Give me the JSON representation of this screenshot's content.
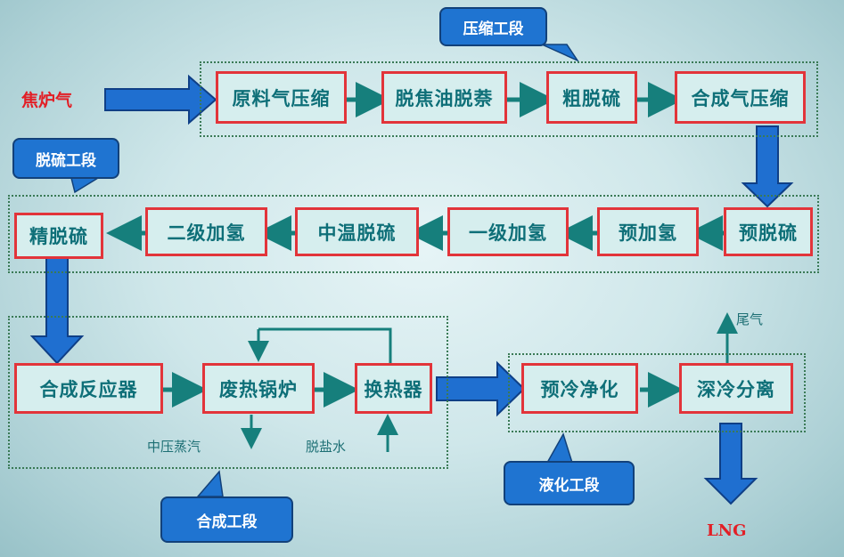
{
  "sections": {
    "compression": "压缩工段",
    "desulfurization": "脱硫工段",
    "synthesis": "合成工段",
    "liquefaction": "液化工段"
  },
  "inputs": {
    "coke_oven_gas": "焦炉气"
  },
  "steps": {
    "raw_gas_compression": "原料气压缩",
    "detar_denaphthalene": "脱焦油脱萘",
    "coarse_desulfurization": "粗脱硫",
    "syngas_compression": "合成气压缩",
    "pre_desulfurization": "预脱硫",
    "pre_hydrogenation": "预加氢",
    "primary_hydrogenation": "一级加氢",
    "medium_temp_desulfurization": "中温脱硫",
    "secondary_hydrogenation": "二级加氢",
    "fine_desulfurization": "精脱硫",
    "synthesis_reactor": "合成反应器",
    "waste_heat_boiler": "废热锅炉",
    "heat_exchanger": "换热器",
    "precooling_purification": "预冷净化",
    "cryogenic_separation": "深冷分离"
  },
  "streams": {
    "medium_pressure_steam": "中压蒸汽",
    "desalted_water": "脱盐水",
    "tail_gas": "尾气",
    "lng": "LNG"
  },
  "colors": {
    "box_border": "#e2343a",
    "box_text": "#0e6f78",
    "big_arrow": "#1f6fd0",
    "small_arrow": "#167f7c",
    "callout": "#1f74d1",
    "input_text": "#e21f26"
  }
}
